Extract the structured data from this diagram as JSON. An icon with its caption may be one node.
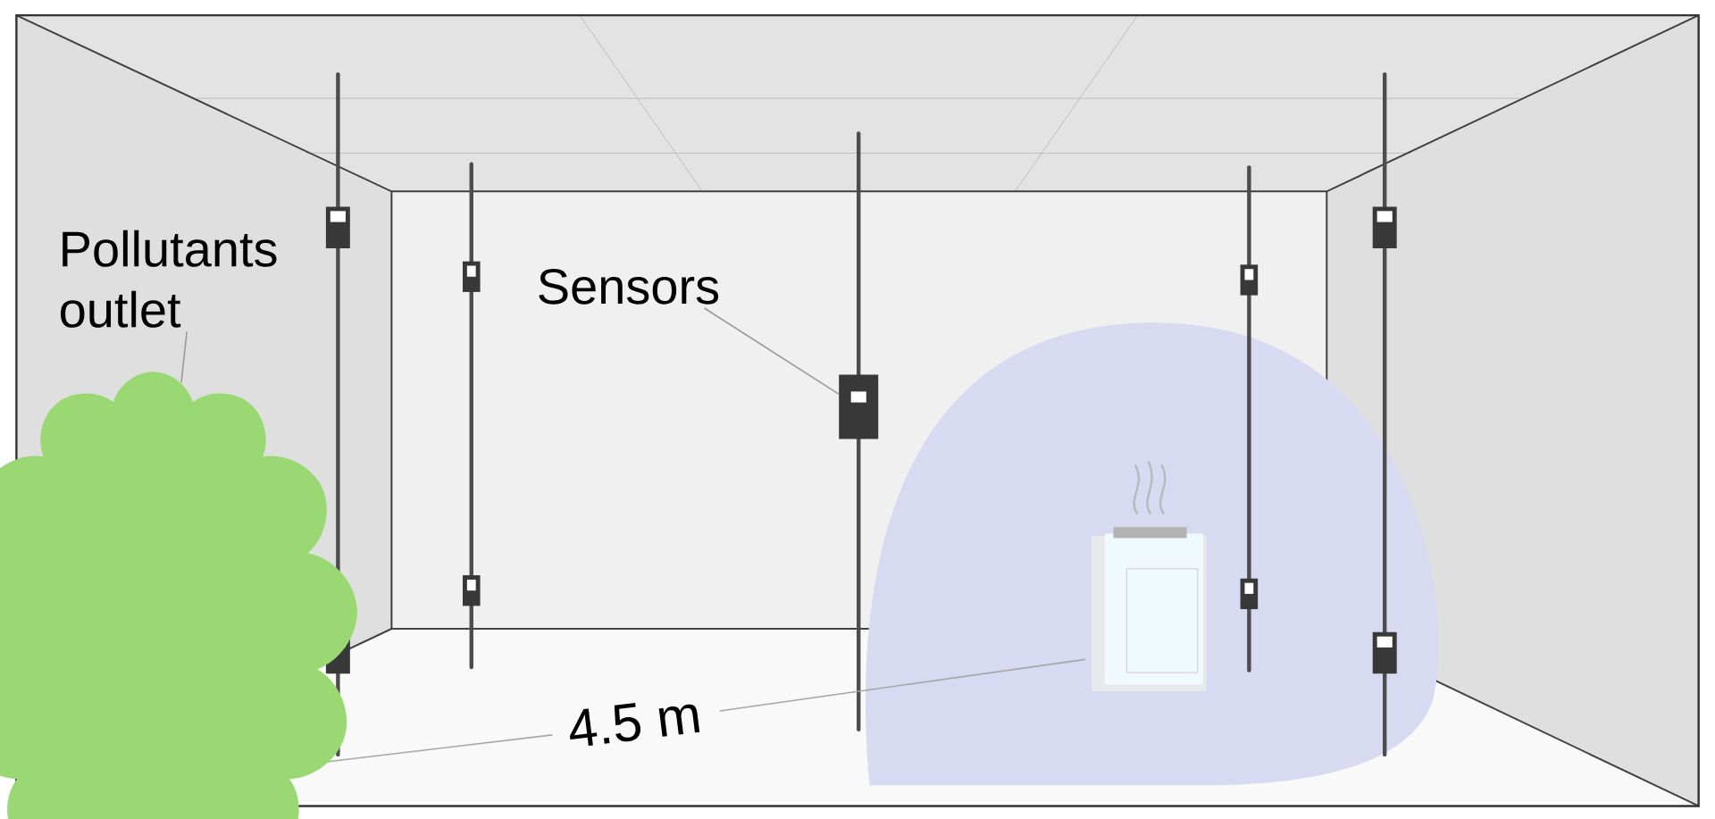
{
  "diagram": {
    "nodes": [
      {
        "text": [
          "Pollutants outlet"
        ]
      },
      {
        "text": [],
        "shape": "cloud"
      },
      {
        "text": [
          "Sensors"
        ]
      },
      {
        "text": [],
        "shape": "box"
      }
    ],
    "edges": [
      {
        "from": 0,
        "to": 1,
        "arrow": "none"
      },
      {
        "from": 2,
        "to": 3,
        "arrow": "none"
      }
    ],
    "labels": [
      "4.5 m"
    ]
  }
}
